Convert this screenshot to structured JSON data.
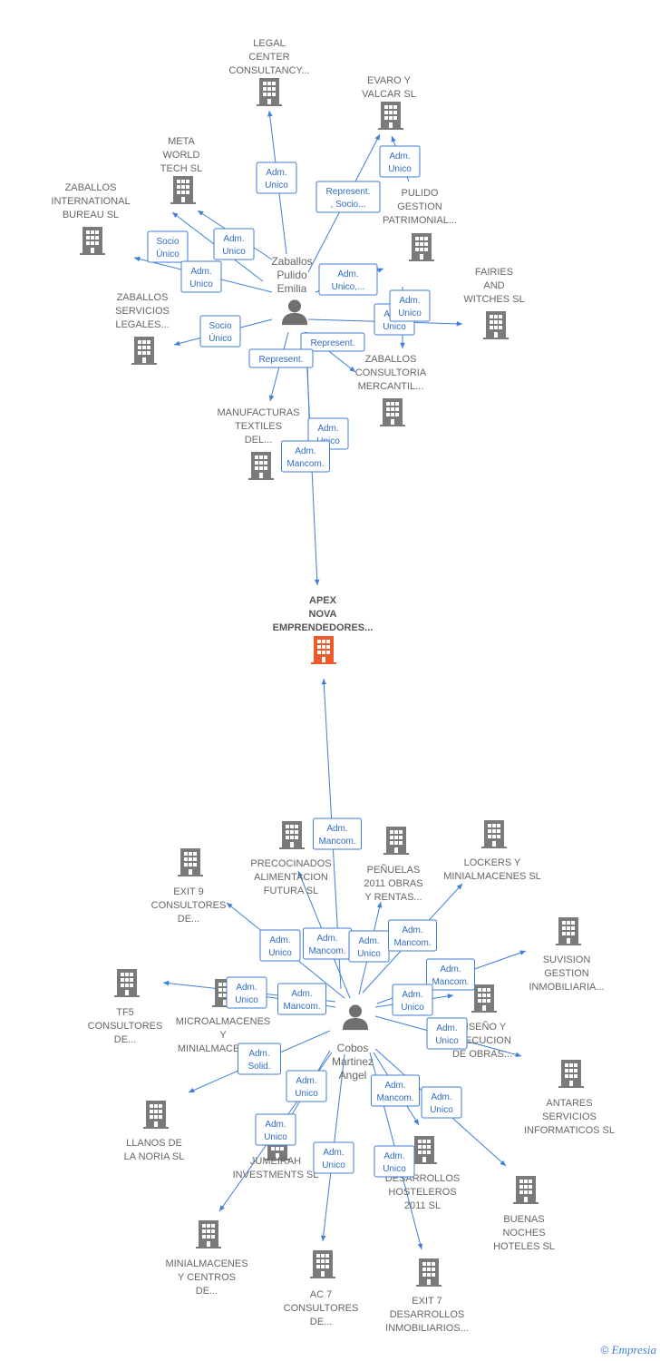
{
  "colors": {
    "edge": "#3f7fd6",
    "building": "#7a7a7a",
    "focus": "#ef5a2a",
    "person": "#707070",
    "label": "#666666"
  },
  "focus_company": {
    "lines": [
      "APEX",
      "NOVA",
      "EMPRENDEDORES..."
    ]
  },
  "persons": [
    {
      "id": "p1",
      "lines": [
        "Zaballos",
        "Pulido",
        "Emilia"
      ]
    },
    {
      "id": "p2",
      "lines": [
        "Cobos",
        "Martinez",
        "Angel"
      ]
    }
  ],
  "companies": [
    {
      "id": "legal",
      "lines": [
        "LEGAL",
        "CENTER",
        "CONSULTANCY..."
      ]
    },
    {
      "id": "evaro",
      "lines": [
        "EVARO Y",
        "VALCAR SL"
      ]
    },
    {
      "id": "meta",
      "lines": [
        "META",
        "WORLD",
        "TECH  SL"
      ]
    },
    {
      "id": "zib",
      "lines": [
        "ZABALLOS",
        "INTERNATIONAL",
        "BUREAU SL"
      ]
    },
    {
      "id": "pulido",
      "lines": [
        "PULIDO",
        "GESTION",
        "PATRIMONIAL..."
      ]
    },
    {
      "id": "fairies",
      "lines": [
        "FAIRIES",
        "AND",
        "WITCHES SL"
      ]
    },
    {
      "id": "zsl",
      "lines": [
        "ZABALLOS",
        "SERVICIOS",
        "LEGALES..."
      ]
    },
    {
      "id": "zcm",
      "lines": [
        "ZABALLOS",
        "CONSULTORIA",
        "MERCANTIL..."
      ]
    },
    {
      "id": "manu",
      "lines": [
        "MANUFACTURAS",
        "TEXTILES",
        "DEL..."
      ]
    },
    {
      "id": "exit9",
      "lines": [
        "EXIT 9",
        "CONSULTORES",
        "DE..."
      ]
    },
    {
      "id": "preco",
      "lines": [
        "PRECOCINADOS",
        "ALIMENTACION",
        "FUTURA SL"
      ]
    },
    {
      "id": "penu",
      "lines": [
        "PEÑUELAS",
        "2011 OBRAS",
        "Y RENTAS..."
      ]
    },
    {
      "id": "lockers",
      "lines": [
        "LOCKERS Y",
        "MINIALMACENES SL"
      ]
    },
    {
      "id": "suvision",
      "lines": [
        "SUVISION",
        "GESTION",
        "INMOBILIARIA..."
      ]
    },
    {
      "id": "tf5",
      "lines": [
        "TF5",
        "CONSULTORES",
        "DE..."
      ]
    },
    {
      "id": "mini1",
      "lines": [
        "MICROALMACENES",
        "Y",
        "MINIALMACENES..."
      ]
    },
    {
      "id": "diseno",
      "lines": [
        "DISEÑO Y",
        "EJECUCION",
        "DE OBRAS..."
      ]
    },
    {
      "id": "antares",
      "lines": [
        "ANTARES",
        "SERVICIOS",
        "INFORMATICOS SL"
      ]
    },
    {
      "id": "llanos",
      "lines": [
        "LLANOS DE",
        "LA NORIA  SL"
      ]
    },
    {
      "id": "jume",
      "lines": [
        "JUMEIRAH",
        "INVESTMENTS SL"
      ]
    },
    {
      "id": "des2011",
      "lines": [
        "DESARROLLOS",
        "HOSTELEROS",
        "2011 SL"
      ]
    },
    {
      "id": "buenas",
      "lines": [
        "BUENAS",
        "NOCHES",
        "HOTELES SL"
      ]
    },
    {
      "id": "minicen",
      "lines": [
        "MINIALMACENES",
        "Y CENTROS",
        "DE..."
      ]
    },
    {
      "id": "ac7",
      "lines": [
        "AC 7",
        "CONSULTORES",
        "DE..."
      ]
    },
    {
      "id": "exit7",
      "lines": [
        "EXIT 7",
        "DESARROLLOS",
        "INMOBILIARIOS..."
      ]
    }
  ],
  "relations": [
    {
      "lines": [
        "Adm.",
        "Unico"
      ]
    },
    {
      "lines": [
        "Represent.",
        ", Socio..."
      ]
    },
    {
      "lines": [
        "Adm.",
        "Unico"
      ]
    },
    {
      "lines": [
        "Adm.",
        "Unico"
      ]
    },
    {
      "lines": [
        "Socio",
        "Único"
      ]
    },
    {
      "lines": [
        "Adm.",
        "Unico"
      ]
    },
    {
      "lines": [
        "Adm.",
        "Unico,..."
      ]
    },
    {
      "lines": [
        "Adm.",
        "Unico"
      ]
    },
    {
      "lines": [
        "Adm.",
        "Unico"
      ]
    },
    {
      "lines": [
        "Socio",
        "Único"
      ]
    },
    {
      "lines": [
        "Represent."
      ]
    },
    {
      "lines": [
        "Represent."
      ]
    },
    {
      "lines": [
        "Adm.",
        "Unico"
      ]
    },
    {
      "lines": [
        "Adm.",
        "Mancom."
      ]
    },
    {
      "lines": [
        "Adm.",
        "Mancom."
      ]
    },
    {
      "lines": [
        "Adm.",
        "Unico"
      ]
    },
    {
      "lines": [
        "Adm.",
        "Mancom."
      ]
    },
    {
      "lines": [
        "Adm.",
        "Unico"
      ]
    },
    {
      "lines": [
        "Adm.",
        "Mancom."
      ]
    },
    {
      "lines": [
        "Adm.",
        "Mancom."
      ]
    },
    {
      "lines": [
        "Adm.",
        "Unico"
      ]
    },
    {
      "lines": [
        "Adm.",
        "Mancom."
      ]
    },
    {
      "lines": [
        "Adm.",
        "Unico"
      ]
    },
    {
      "lines": [
        "Adm.",
        "Unico"
      ]
    },
    {
      "lines": [
        "Adm.",
        "Solid."
      ]
    },
    {
      "lines": [
        "Adm.",
        "Unico"
      ]
    },
    {
      "lines": [
        "Adm.",
        "Unico"
      ]
    },
    {
      "lines": [
        "Adm.",
        "Unico"
      ]
    },
    {
      "lines": [
        "Adm.",
        "Mancom."
      ]
    },
    {
      "lines": [
        "Adm.",
        "Unico"
      ]
    },
    {
      "lines": [
        "Adm.",
        "Unico"
      ]
    }
  ],
  "footer": {
    "copyright_symbol": "©",
    "brand": "Empresia"
  }
}
